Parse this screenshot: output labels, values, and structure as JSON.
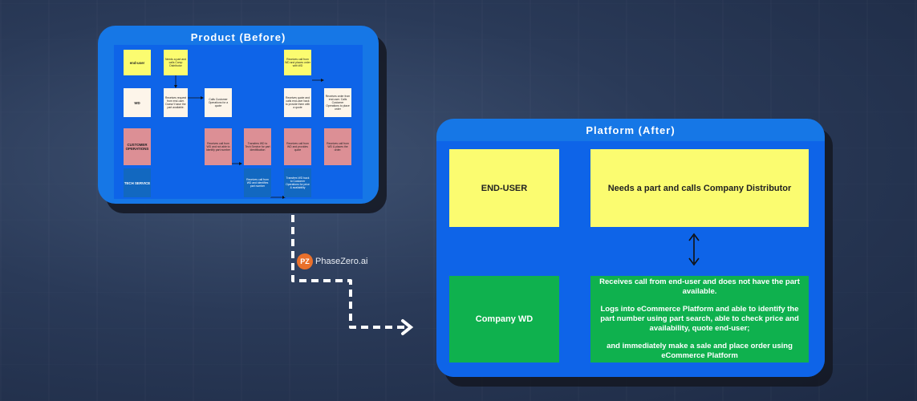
{
  "before": {
    "title": "Product (Before)",
    "lanes": [
      "end-user",
      "WD",
      "CUSTOMER OPERATIONS",
      "TECH SERVICE"
    ],
    "steps": [
      "Needs a part and calls Comp Distributor",
      "Receives request from end-user. Doesn't have the part available.",
      "Calls Customer Operations for a quote",
      "Receives call from WD and not able to identify part number",
      "Transfers WD to Tech Service for part identification",
      "Receives call from WD and identifies part number",
      "Transfers WD back to Customer Operations for price & availability",
      "Receives call from WD and provides quote",
      "Receives quote and calls end-user back to provide them with a quote",
      "Receives call from WD and places order with WD",
      "Receives order from end-user. Calls Customer Operations to place order",
      "Receives call from WD & places the order."
    ]
  },
  "logo": {
    "mark": "PZ",
    "name": "PhaseZero.ai"
  },
  "after": {
    "title": "Platform (After)",
    "enduser_label": "END-USER",
    "enduser_step": "Needs a part and calls Company Distributor",
    "wd_label": "Company WD",
    "wd_lines": [
      "Receives call from end-user and does not have the part available.",
      "Logs into eCommerce Platform and able to identify the part number using part search, able to check price and availability, quote end-user;",
      "and immediately make a sale and place order using eCommerce Platform"
    ]
  },
  "colors": {
    "card": "#1677e6",
    "yellow": "#fbfc70",
    "green": "#0fb14e",
    "pink": "#dc8f95",
    "orange": "#e9702b"
  }
}
